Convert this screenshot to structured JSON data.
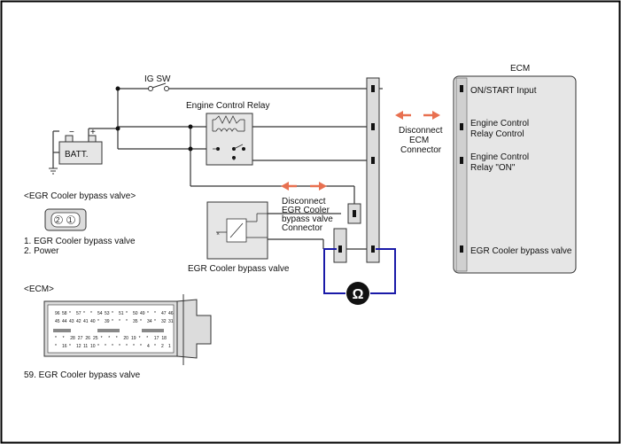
{
  "labels": {
    "ig_sw": "IG SW",
    "engine_control_relay": "Engine Control Relay",
    "battery": "BATT.",
    "egr_section_title": "<EGR Cooler bypass valve>",
    "egr_pin1": "1. EGR Cooler bypass valve",
    "egr_pin2": "2. Power",
    "egr_valve_caption": "EGR Cooler bypass valve",
    "ecm_section_title": "<ECM>",
    "ecm_pin_caption": "59. EGR Cooler bypass valve",
    "ecm_title": "ECM",
    "ecm_on_start": "ON/START Input",
    "ecm_relay_control_1": "Engine Control",
    "ecm_relay_control_2": "Relay Control",
    "ecm_relay_on_1": "Engine Control",
    "ecm_relay_on_2": "Relay \"ON\"",
    "ecm_egr": "EGR Cooler bypass valve",
    "disconnect_ecm_1": "Disconnect",
    "disconnect_ecm_2": "ECM",
    "disconnect_ecm_3": "Connector",
    "disconnect_egr_1": "Disconnect",
    "disconnect_egr_2": "EGR Cooler",
    "disconnect_egr_3": "bypass valve",
    "disconnect_egr_4": "Connector",
    "ohm_symbol": "Ω",
    "egr_conn_pin_2": "2",
    "egr_conn_pin_1": "1"
  },
  "ecm_connector": {
    "row1": [
      "96",
      "58",
      "*",
      "57",
      "*",
      "*",
      "54",
      "53",
      "*",
      "51",
      "*",
      "50",
      "49",
      "*",
      "*",
      "47",
      "46"
    ],
    "row2": [
      "45",
      "44",
      "43",
      "42",
      "41",
      "40",
      "*",
      "39",
      "*",
      "*",
      "*",
      "35",
      "*",
      "34",
      "*",
      "32",
      "31"
    ],
    "row3": [
      "*",
      "*",
      "28",
      "27",
      "26",
      "25",
      "*",
      "*",
      "*",
      "20",
      "19",
      "*",
      "*",
      "17",
      "18"
    ],
    "row4": [
      "*",
      "16",
      "*",
      "12",
      "11",
      "10",
      "*",
      "*",
      "*",
      "*",
      "*",
      "*",
      "*",
      "4",
      "*",
      "2",
      "1"
    ]
  },
  "colors": {
    "wire": "#333333",
    "meter_lead": "#1a1aa8",
    "arrow": "#e87050",
    "box_fill": "#e6e6e6",
    "connector_fill": "#dcdcdc"
  }
}
